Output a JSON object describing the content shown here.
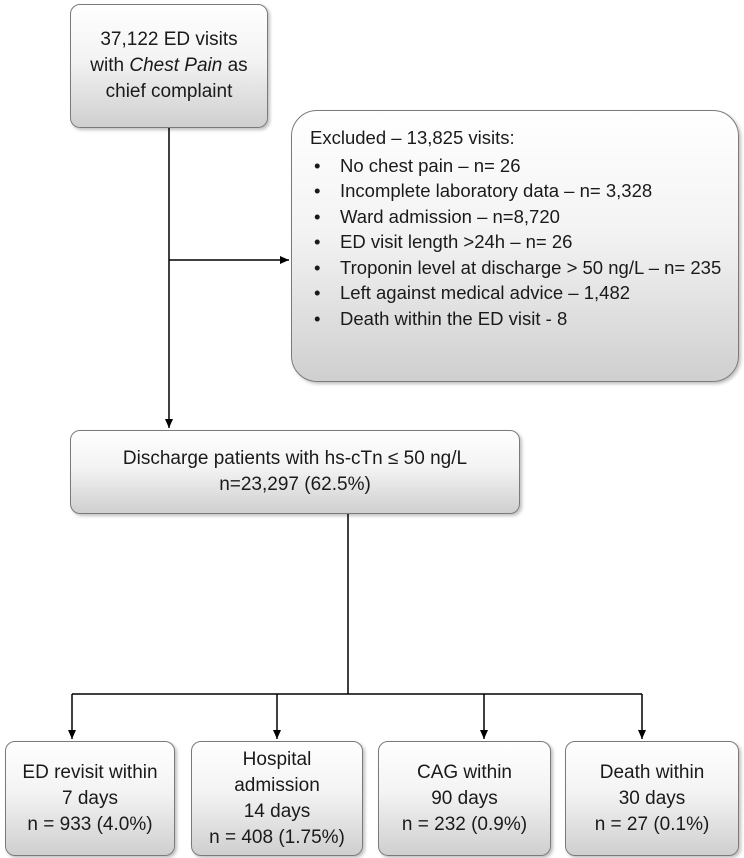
{
  "start": {
    "line1": "37,122 ED visits",
    "line2_prefix": "with ",
    "line2_emph": "Chest Pain",
    "line2_suffix": " as",
    "line3": "chief complaint"
  },
  "excluded": {
    "title": "Excluded – 13,825 visits:",
    "bullet_glyph": "•",
    "items": [
      "No chest pain – n= 26",
      "Incomplete laboratory data – n= 3,328",
      "Ward admission – n=8,720",
      "ED visit length >24h – n= 26",
      "Troponin level at discharge > 50 ng/L – n=  235",
      "Left against medical advice – 1,482",
      "Death within the ED visit - 8"
    ]
  },
  "discharge": {
    "line1": "Discharge patients with hs-cTn ≤ 50 ng/L",
    "line2": "n=23,297 (62.5%)"
  },
  "outcomes": [
    {
      "line1": "ED revisit within",
      "line2": "7 days",
      "line3": "n = 933 (4.0%)"
    },
    {
      "line1": "Hospital",
      "line2": "admission",
      "line3": "14 days",
      "line4": "n = 408 (1.75%)"
    },
    {
      "line1": "CAG within",
      "line2": "90 days",
      "line3": "n = 232 (0.9%)"
    },
    {
      "line1": "Death within",
      "line2": "30 days",
      "line3": "n = 27 (0.1%)"
    }
  ],
  "colors": {
    "line": "#000000",
    "box_border": "#7a7a7a",
    "box_gradient_top": "#ffffff",
    "box_gradient_bottom": "#cfcfcf"
  }
}
